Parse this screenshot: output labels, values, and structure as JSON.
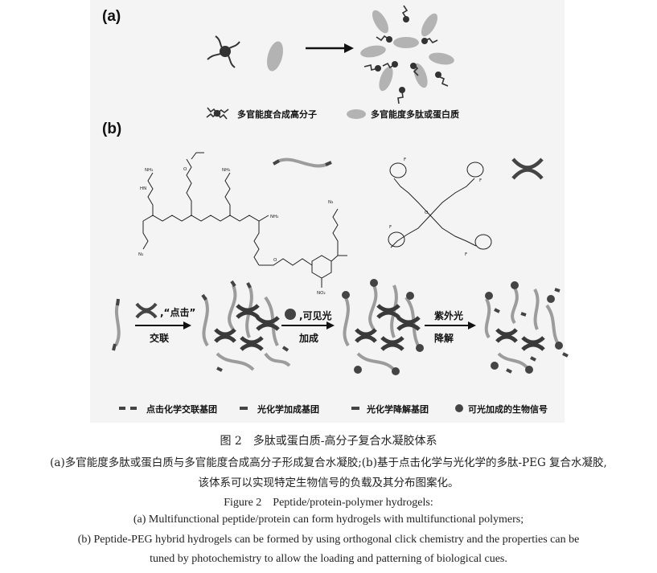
{
  "panel_a": {
    "label": "(a)",
    "legend": {
      "polymer": "多官能度合成高分子",
      "peptide": "多官能度多肽或蛋白质"
    }
  },
  "panel_b": {
    "label": "(b)",
    "steps": {
      "click_top": ",“点击”",
      "click_bottom": "交联",
      "light_top": ",可见光",
      "light_bottom": "加成",
      "uv_top": "紫外光",
      "uv_bottom": "降解"
    },
    "legend": {
      "click_group": "点击化学交联基团",
      "photo_add": "光化学加成基团",
      "photo_degrade": "光化学降解基团",
      "bio_cue": "可光加成的生物信号"
    },
    "chem_labels": {
      "nh2": "NH₂",
      "hn": "HN",
      "h2n": "H₂N",
      "n3": "N₃",
      "o": "O",
      "no2": "NO₂",
      "f": "F"
    }
  },
  "caption": {
    "title_cn": "图 2　多肽或蛋白质-高分子复合水凝胶体系",
    "body_cn_1": "(a)多官能度多肽或蛋白质与多官能度合成高分子形成复合水凝胶;(b)基于点击化学与光化学的多肽-PEG 复合水凝胶,",
    "body_cn_2": "该体系可以实现特定生物信号的负载及其分布图案化。",
    "title_en": "Figure 2　Peptide/protein-polymer hydrogels:",
    "body_en_1": "(a) Multifunctional peptide/protein can form hydrogels with multifunctional polymers;",
    "body_en_2": "(b) Peptide-PEG hybrid hydrogels can be formed by using orthogonal click chemistry and the properties can be",
    "body_en_3": "tuned by photochemistry to allow the loading and patterning of biological cues."
  }
}
